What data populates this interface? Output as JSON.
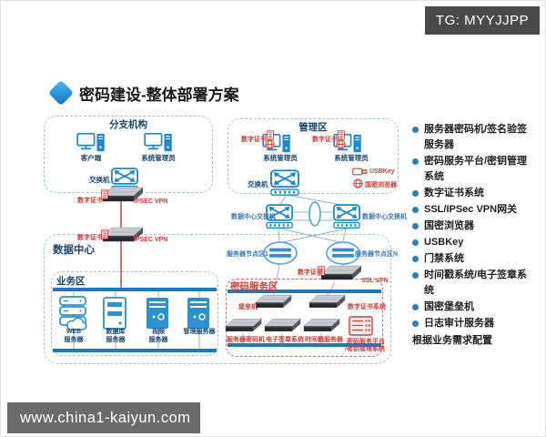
{
  "badge": "TG: MYYJJPP",
  "title": "密码建设-整体部署方案",
  "watermark": "www.china1-kaiyun.com",
  "sidebar": {
    "items": [
      "服务器密码机/签名验签服务器",
      "密码服务平台/密钥管理系统",
      "数字证书系统",
      "SSL/IPSec VPN网关",
      "国密浏览器",
      "USBKey",
      "门禁系统",
      "时间戳系统/电子签章系统",
      "国密堡垒机",
      "日志审计服务器"
    ],
    "footer": "根据业务需求配置"
  },
  "diagram": {
    "zones": {
      "branch": "分支机构",
      "mgmt": "管理区",
      "datacenter": "数据中心",
      "business": "业务区",
      "crypto": "密码服务区"
    },
    "labels": {
      "client": "客户端",
      "sysadmin": "系统管理员",
      "switch": "交换机",
      "dc_switch": "数据中心交换机",
      "node_left": "服务器节点区1",
      "node_right": "服务器节点区N",
      "cert": "数字证书",
      "ipsec_vpn": "IPSEC VPN",
      "ssl_vpn": "SSL VPN",
      "usbkey": "USBKey",
      "gm_browser": "国密浏览器",
      "bastion": "堡垒机",
      "cert_system": "数字证书系统",
      "server_cipher": "服务器密码机",
      "esign": "电子签章系统",
      "timestamp": "时间戳服务器",
      "platform_l1": "密码服务平台",
      "platform_l2": "/密钥管理系统"
    },
    "business_servers": [
      {
        "l1": "WEB",
        "l2": "服务器"
      },
      {
        "l1": "数据库",
        "l2": "服务器"
      },
      {
        "l1": "视频",
        "l2": "服务器"
      },
      {
        "l1": "管理服务器",
        "l2": ""
      }
    ]
  },
  "colors": {
    "accent_blue": "#1e88c7",
    "zone_dash": "#a9bfd8",
    "crypto_dash": "#e06565",
    "red_label": "#cf3b35",
    "bar_blue": "#1b79bd"
  }
}
